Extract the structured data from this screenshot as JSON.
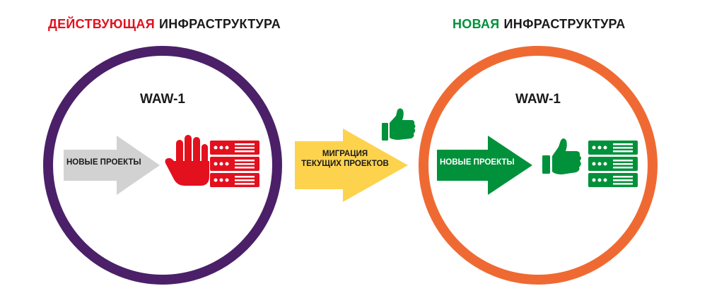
{
  "headings": {
    "left": {
      "accent": "ДЕЙСТВУЮЩАЯ",
      "rest": "ИНФРАСТРУКТУРА"
    },
    "right": {
      "accent": "НОВАЯ",
      "rest": "ИНФРАСТРУКТУРА"
    }
  },
  "circles": {
    "left": {
      "title": "WAW-1"
    },
    "right": {
      "title": "WAW-1"
    }
  },
  "arrows": {
    "new_left": "НОВЫЕ ПРОЕКТЫ",
    "migrate_line1": "МИГРАЦИЯ",
    "migrate_line2": "ТЕКУЩИХ ПРОЕКТОВ",
    "new_right": "НОВЫЕ ПРОЕКТЫ"
  },
  "icons": {
    "stop": "stop-hand-icon",
    "server_red": "server-rack-icon",
    "thumbs_mid": "thumbs-up-icon",
    "thumbs_right": "thumbs-up-icon",
    "server_green": "server-rack-icon"
  },
  "colors": {
    "red": "#e3101e",
    "green": "#00913a",
    "purple": "#4b2068",
    "orange": "#ef6a33",
    "gray_arrow": "#d2d2d2",
    "yellow_arrow": "#fdd34e",
    "green_arrow": "#00913a"
  }
}
